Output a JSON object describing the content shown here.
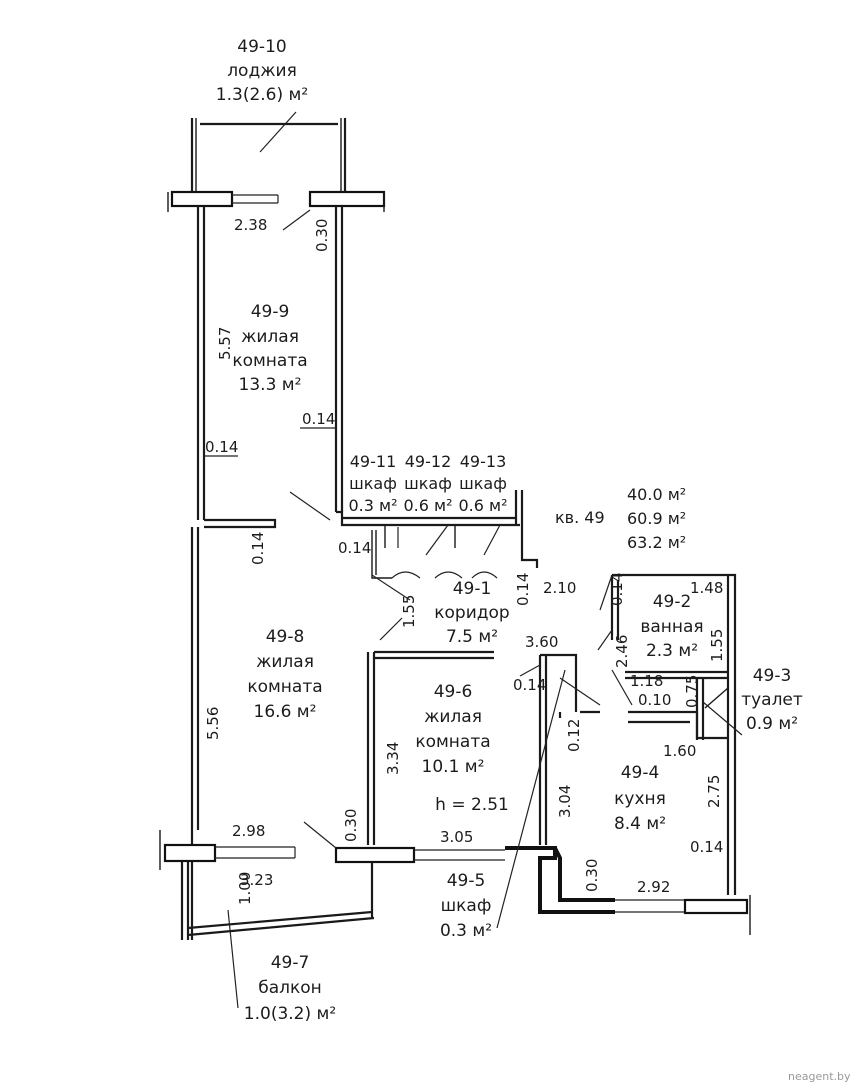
{
  "apartment": {
    "label": "кв. 49",
    "area_living": "40.0 м²",
    "area_total": "60.9 м²",
    "area_total_with_balconies": "63.2 м²"
  },
  "rooms": {
    "r10": {
      "id": "49-10",
      "name": "лоджия",
      "area": "1.3(2.6) м²"
    },
    "r9": {
      "id": "49-9",
      "name_line1": "жилая",
      "name_line2": "комната",
      "area": "13.3 м²"
    },
    "r11": {
      "id": "49-11",
      "name": "шкаф",
      "area": "0.3 м²"
    },
    "r12": {
      "id": "49-12",
      "name": "шкаф",
      "area": "0.6 м²"
    },
    "r13": {
      "id": "49-13",
      "name": "шкаф",
      "area": "0.6 м²"
    },
    "r1": {
      "id": "49-1",
      "name": "коридор",
      "area": "7.5 м²"
    },
    "r2": {
      "id": "49-2",
      "name": "ванная",
      "area": "2.3 м²"
    },
    "r3": {
      "id": "49-3",
      "name": "туалет",
      "area": "0.9 м²"
    },
    "r8": {
      "id": "49-8",
      "name_line1": "жилая",
      "name_line2": "комната",
      "area": "16.6 м²"
    },
    "r6": {
      "id": "49-6",
      "name_line1": "жилая",
      "name_line2": "комната",
      "area": "10.1 м²"
    },
    "r4": {
      "id": "49-4",
      "name": "кухня",
      "area": "8.4 м²"
    },
    "r5": {
      "id": "49-5",
      "name": "шкаф",
      "area": "0.3 м²"
    },
    "r7": {
      "id": "49-7",
      "name": "балкон",
      "area": "1.0(3.2) м²"
    }
  },
  "ceiling_height": "h = 2.51",
  "dims": {
    "d238": "2.38",
    "d030a": "0.30",
    "d557": "5.57",
    "d014a": "0.14",
    "d014b": "0.14",
    "d014c": "0.14",
    "d014d": "0.14",
    "d155": "1.55",
    "d014e": "0.14",
    "d210": "2.10",
    "d014f": "0.14",
    "d148": "1.48",
    "d246": "2.46",
    "d155b": "1.55",
    "d360": "3.60",
    "d014g": "0.14",
    "d118": "1.18",
    "d010": "0.10",
    "d075": "0.75",
    "d012": "0.12",
    "d160": "1.60",
    "d556": "5.56",
    "d334": "3.34",
    "d304": "3.04",
    "d275": "2.75",
    "d298": "2.98",
    "d030b": "0.30",
    "d305": "3.05",
    "d014h": "0.14",
    "d323": "3.23",
    "d030c": "0.30",
    "d292": "2.92",
    "d100": "1.00"
  },
  "watermark": "neagent.by"
}
